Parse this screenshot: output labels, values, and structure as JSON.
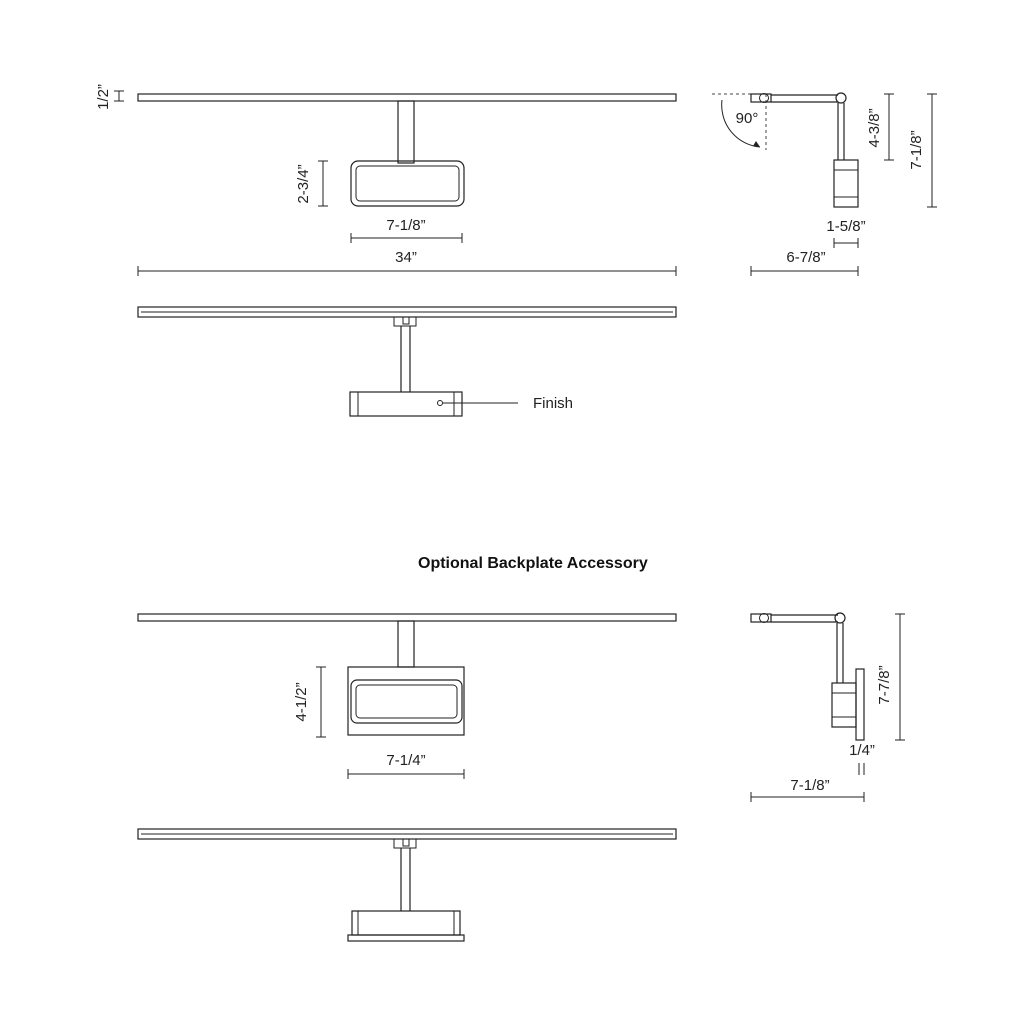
{
  "dimensions": {
    "bar_thickness": "1/2”",
    "head_height": "2-3/4”",
    "head_width": "7-1/8”",
    "overall_length": "34”",
    "tilt_angle": "90°",
    "arm_drop": "4-3/8”",
    "overall_height": "7-1/8”",
    "head_depth": "1-5/8”",
    "projection": "6-7/8”"
  },
  "callouts": {
    "finish": "Finish"
  },
  "accessory": {
    "title": "Optional Backplate Accessory",
    "backplate_height": "4-1/2”",
    "backplate_width": "7-1/4”",
    "overall_height": "7-7/8”",
    "backplate_depth": "1/4”",
    "projection": "7-1/8”"
  }
}
